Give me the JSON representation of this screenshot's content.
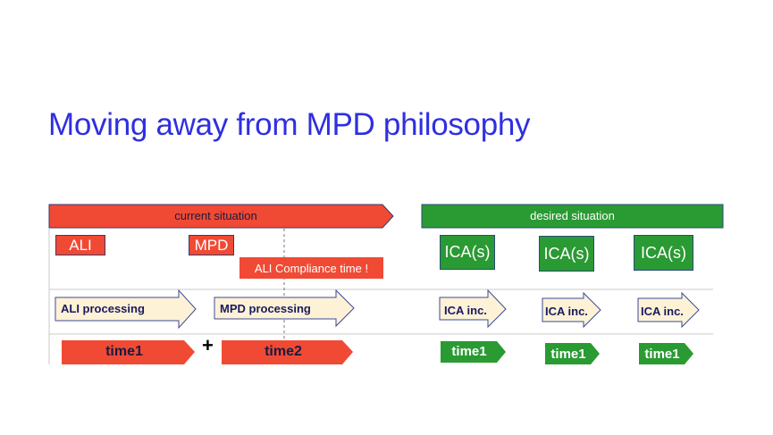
{
  "title": "Moving away from MPD philosophy",
  "colors": {
    "red": "#f04a34",
    "green": "#2a9a33",
    "cream": "#fdf2d6",
    "title_blue": "#2f2fe0",
    "navy": "#1a1a60"
  },
  "current": {
    "header": "current  situation",
    "ali": "ALI",
    "mpd": "MPD",
    "compliance": "ALI Compliance time !",
    "ali_processing": "ALI processing",
    "mpd_processing": "MPD processing",
    "time1": "time1",
    "plus": "+",
    "time2": "time2"
  },
  "desired": {
    "header": "desired  situation",
    "ica": [
      "ICA(s)",
      "ICA(s)",
      "ICA(s)"
    ],
    "ica_inc": [
      "ICA inc.",
      "ICA inc.",
      "ICA inc."
    ],
    "time": [
      "time1",
      "time1",
      "time1"
    ]
  }
}
